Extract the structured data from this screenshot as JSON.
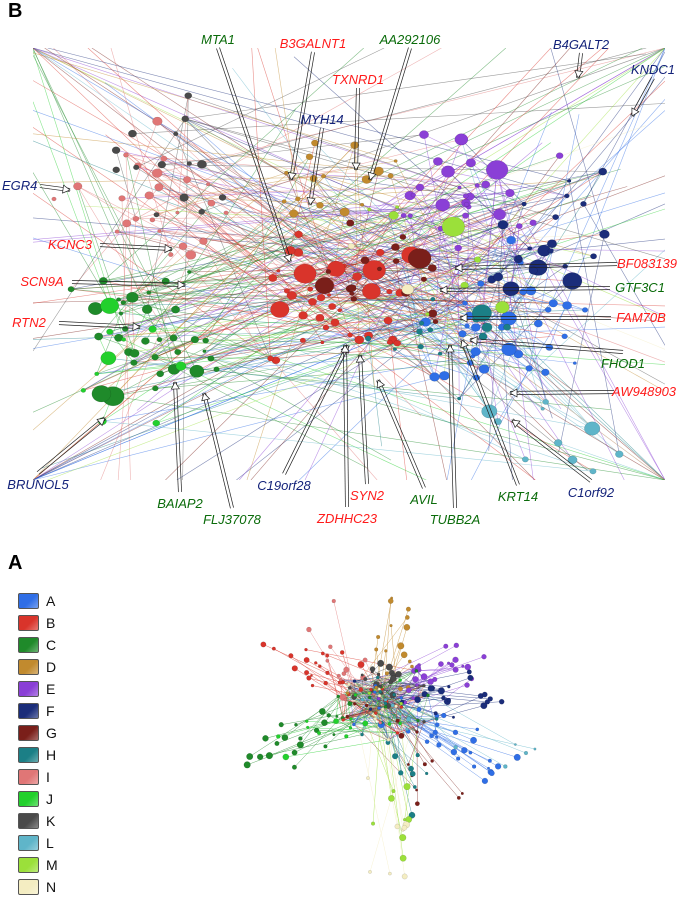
{
  "panels": [
    {
      "letter": "B"
    },
    {
      "letter": "A"
    }
  ],
  "clusters": [
    {
      "label": "A",
      "color": "#2f6ee6"
    },
    {
      "label": "B",
      "color": "#d9342b"
    },
    {
      "label": "C",
      "color": "#1f8a2a"
    },
    {
      "label": "D",
      "color": "#c18a2e"
    },
    {
      "label": "E",
      "color": "#8a3fd6"
    },
    {
      "label": "F",
      "color": "#1b2d7a"
    },
    {
      "label": "G",
      "color": "#7a1f1a"
    },
    {
      "label": "H",
      "color": "#1b7f86"
    },
    {
      "label": "I",
      "color": "#e07676"
    },
    {
      "label": "J",
      "color": "#22d02c"
    },
    {
      "label": "K",
      "color": "#4a4a4a"
    },
    {
      "label": "L",
      "color": "#5fb5c9"
    },
    {
      "label": "M",
      "color": "#9be03a"
    },
    {
      "label": "N",
      "color": "#f4edc2"
    }
  ],
  "gene_labels": [
    {
      "text": "MTA1",
      "cluster": "C"
    },
    {
      "text": "B3GALNT1",
      "cluster": "B"
    },
    {
      "text": "AA292106",
      "cluster": "C"
    },
    {
      "text": "B4GALT2",
      "cluster": "F"
    },
    {
      "text": "KNDC1",
      "cluster": "F"
    },
    {
      "text": "TXNRD1",
      "cluster": "B"
    },
    {
      "text": "MYH14",
      "cluster": "F"
    },
    {
      "text": "EGR4",
      "cluster": "F"
    },
    {
      "text": "KCNC3",
      "cluster": "B"
    },
    {
      "text": "SCN9A",
      "cluster": "B"
    },
    {
      "text": "BF083139",
      "cluster": "B"
    },
    {
      "text": "GTF3C1",
      "cluster": "C"
    },
    {
      "text": "RTN2",
      "cluster": "B"
    },
    {
      "text": "FAM70B",
      "cluster": "B"
    },
    {
      "text": "FHOD1",
      "cluster": "C"
    },
    {
      "text": "AW948903",
      "cluster": "B"
    },
    {
      "text": "BRUNOL5",
      "cluster": "F"
    },
    {
      "text": "BAIAP2",
      "cluster": "C"
    },
    {
      "text": "FLJ37078",
      "cluster": "C"
    },
    {
      "text": "C19orf28",
      "cluster": "F"
    },
    {
      "text": "ZDHHC23",
      "cluster": "B"
    },
    {
      "text": "SYN2",
      "cluster": "B"
    },
    {
      "text": "AVIL",
      "cluster": "C"
    },
    {
      "text": "TUBB2A",
      "cluster": "C"
    },
    {
      "text": "KRT14",
      "cluster": "C"
    },
    {
      "text": "C1orf92",
      "cluster": "F"
    }
  ],
  "label_colors": {
    "B": "#ff1a1a",
    "C": "#0a6b0a",
    "F": "#14237a"
  }
}
